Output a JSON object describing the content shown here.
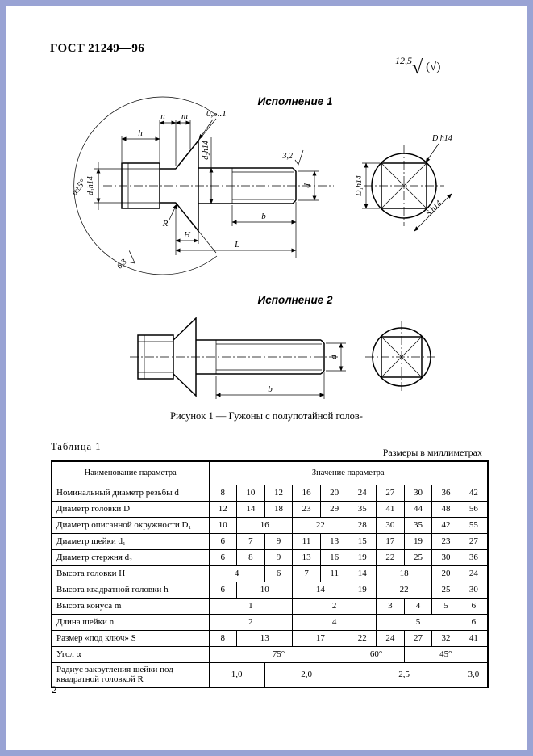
{
  "page": {
    "doc_number": "ГОСТ 21249—96",
    "page_number": "2"
  },
  "roughness": {
    "value": "12,5",
    "check": "√",
    "alt": "(√)"
  },
  "figure1": {
    "title": "Исполнение 1",
    "labels": {
      "h": "h",
      "n": "n",
      "m": "m",
      "chamfer": "0,5..1",
      "d1": "d₁h14",
      "d2": "d₂h14",
      "alpha": "α±5°",
      "ra_thread": "3,2",
      "ra_head": "6,3",
      "d": "d",
      "H": "H",
      "R": "R",
      "b": "b",
      "L": "L"
    },
    "end_labels": {
      "D": "D h14",
      "D1": "D₁h14",
      "S": "S h14"
    }
  },
  "figure2": {
    "title": "Исполнение 2",
    "labels": {
      "b": "b",
      "d": "d"
    }
  },
  "caption": "Рисунок 1 — Гужоны с полупотайной голов-",
  "table": {
    "title": "Таблица 1",
    "units": "Размеры в миллиметрах",
    "col_param": "Наименование параметра",
    "col_value": "Значение параметра",
    "rows": [
      {
        "name": "Номинальный диаметр резьбы d",
        "cells": [
          {
            "t": "8"
          },
          {
            "t": "10"
          },
          {
            "t": "12"
          },
          {
            "t": "16"
          },
          {
            "t": "20"
          },
          {
            "t": "24"
          },
          {
            "t": "27"
          },
          {
            "t": "30"
          },
          {
            "t": "36"
          },
          {
            "t": "42"
          }
        ]
      },
      {
        "name": "Диаметр головки D",
        "cells": [
          {
            "t": "12"
          },
          {
            "t": "14"
          },
          {
            "t": "18"
          },
          {
            "t": "23"
          },
          {
            "t": "29"
          },
          {
            "t": "35"
          },
          {
            "t": "41"
          },
          {
            "t": "44"
          },
          {
            "t": "48"
          },
          {
            "t": "56"
          }
        ]
      },
      {
        "name": "Диаметр описанной окружности D₁",
        "cells": [
          {
            "t": "10"
          },
          {
            "t": "16",
            "s": 2
          },
          {
            "t": "22",
            "s": 2
          },
          {
            "t": "28"
          },
          {
            "t": "30"
          },
          {
            "t": "35"
          },
          {
            "t": "42"
          },
          {
            "t": "55"
          }
        ]
      },
      {
        "name": "Диаметр шейки d₁",
        "cells": [
          {
            "t": "6"
          },
          {
            "t": "7"
          },
          {
            "t": "9"
          },
          {
            "t": "11"
          },
          {
            "t": "13"
          },
          {
            "t": "15"
          },
          {
            "t": "17"
          },
          {
            "t": "19"
          },
          {
            "t": "23"
          },
          {
            "t": "27"
          }
        ]
      },
      {
        "name": "Диаметр стержня d₂",
        "cells": [
          {
            "t": "6"
          },
          {
            "t": "8"
          },
          {
            "t": "9"
          },
          {
            "t": "13"
          },
          {
            "t": "16"
          },
          {
            "t": "19"
          },
          {
            "t": "22"
          },
          {
            "t": "25"
          },
          {
            "t": "30"
          },
          {
            "t": "36"
          }
        ]
      },
      {
        "name": "Высота головки H",
        "cells": [
          {
            "t": "4",
            "s": 2
          },
          {
            "t": "6"
          },
          {
            "t": "7"
          },
          {
            "t": "11"
          },
          {
            "t": "14"
          },
          {
            "t": "18",
            "s": 2
          },
          {
            "t": "20"
          },
          {
            "t": "24"
          }
        ]
      },
      {
        "name": "Высота квадратной головки h",
        "cells": [
          {
            "t": "6"
          },
          {
            "t": "10",
            "s": 2
          },
          {
            "t": "14",
            "s": 2
          },
          {
            "t": "19"
          },
          {
            "t": "22",
            "s": 2
          },
          {
            "t": "25"
          },
          {
            "t": "30"
          }
        ]
      },
      {
        "name": "Высота конуса m",
        "cells": [
          {
            "t": "1",
            "s": 3
          },
          {
            "t": "2",
            "s": 3
          },
          {
            "t": "3"
          },
          {
            "t": "4"
          },
          {
            "t": "5"
          },
          {
            "t": "6"
          }
        ]
      },
      {
        "name": "Длина шейки n",
        "cells": [
          {
            "t": "2",
            "s": 3
          },
          {
            "t": "4",
            "s": 3
          },
          {
            "t": "5",
            "s": 3
          },
          {
            "t": "6"
          }
        ]
      },
      {
        "name": "Размер «под ключ» S",
        "cells": [
          {
            "t": "8"
          },
          {
            "t": "13",
            "s": 2
          },
          {
            "t": "17",
            "s": 2
          },
          {
            "t": "22"
          },
          {
            "t": "24"
          },
          {
            "t": "27"
          },
          {
            "t": "32"
          },
          {
            "t": "41"
          }
        ]
      },
      {
        "name": "Угол α",
        "cells": [
          {
            "t": "75°",
            "s": 5
          },
          {
            "t": "60°",
            "s": 2
          },
          {
            "t": "45°",
            "s": 3
          }
        ]
      },
      {
        "name": "Радиус закругления шейки под квадратной головкой R",
        "cells": [
          {
            "t": "1,0",
            "s": 2
          },
          {
            "t": "2,0",
            "s": 3
          },
          {
            "t": "2,5",
            "s": 4
          },
          {
            "t": "3,0"
          }
        ]
      }
    ]
  }
}
